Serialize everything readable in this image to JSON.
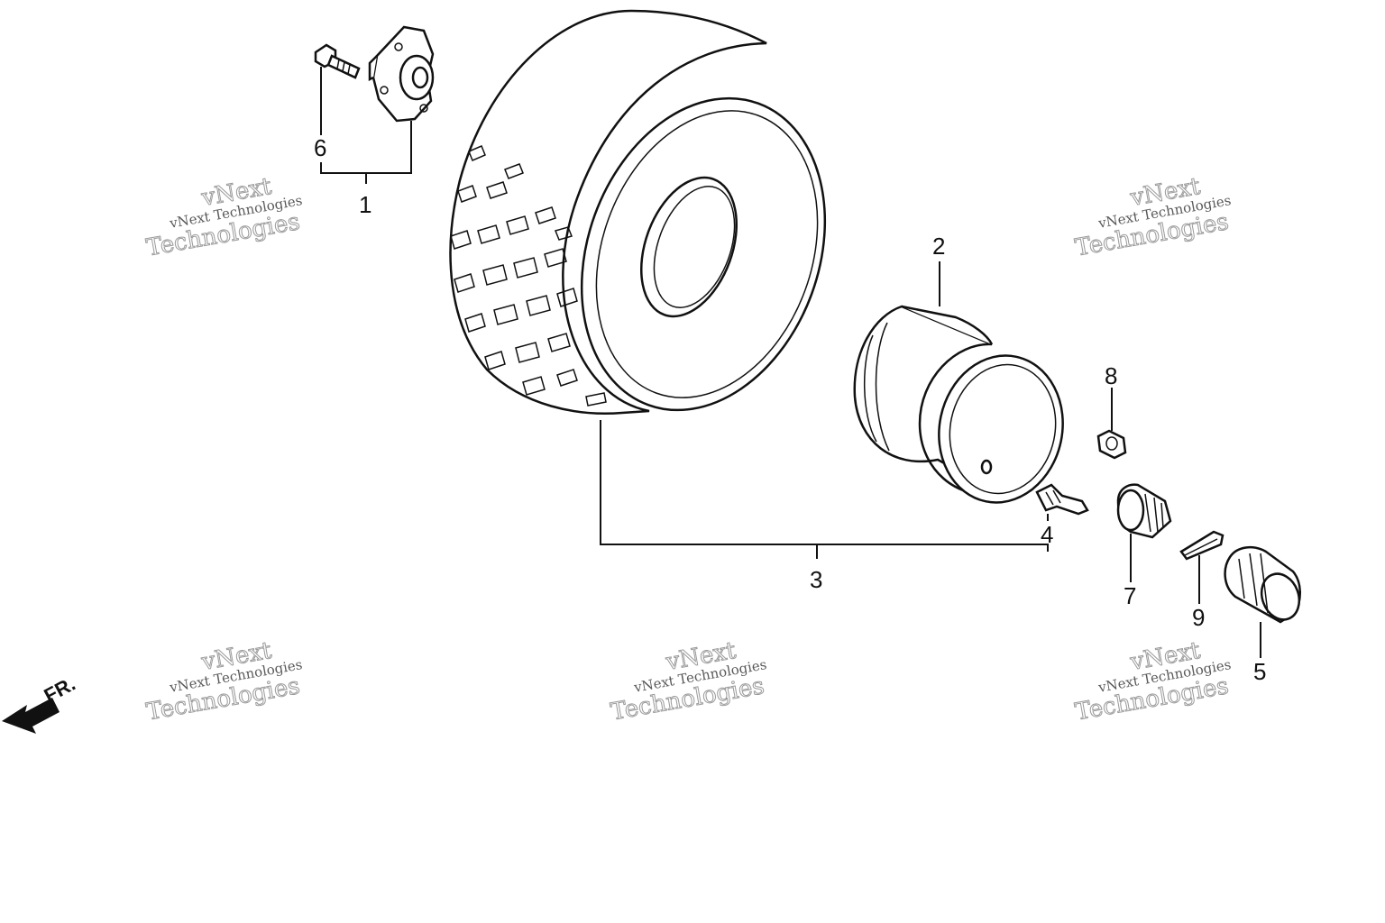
{
  "diagram": {
    "callouts": [
      {
        "id": "1",
        "label": "1"
      },
      {
        "id": "2",
        "label": "2"
      },
      {
        "id": "3",
        "label": "3"
      },
      {
        "id": "4",
        "label": "4"
      },
      {
        "id": "5",
        "label": "5"
      },
      {
        "id": "6",
        "label": "6"
      },
      {
        "id": "7",
        "label": "7"
      },
      {
        "id": "8",
        "label": "8"
      },
      {
        "id": "9",
        "label": "9"
      }
    ],
    "direction_label": "FR.",
    "watermark": {
      "line1": "vNext",
      "line2": "vNext Technologies",
      "line3": "Technologies"
    }
  }
}
